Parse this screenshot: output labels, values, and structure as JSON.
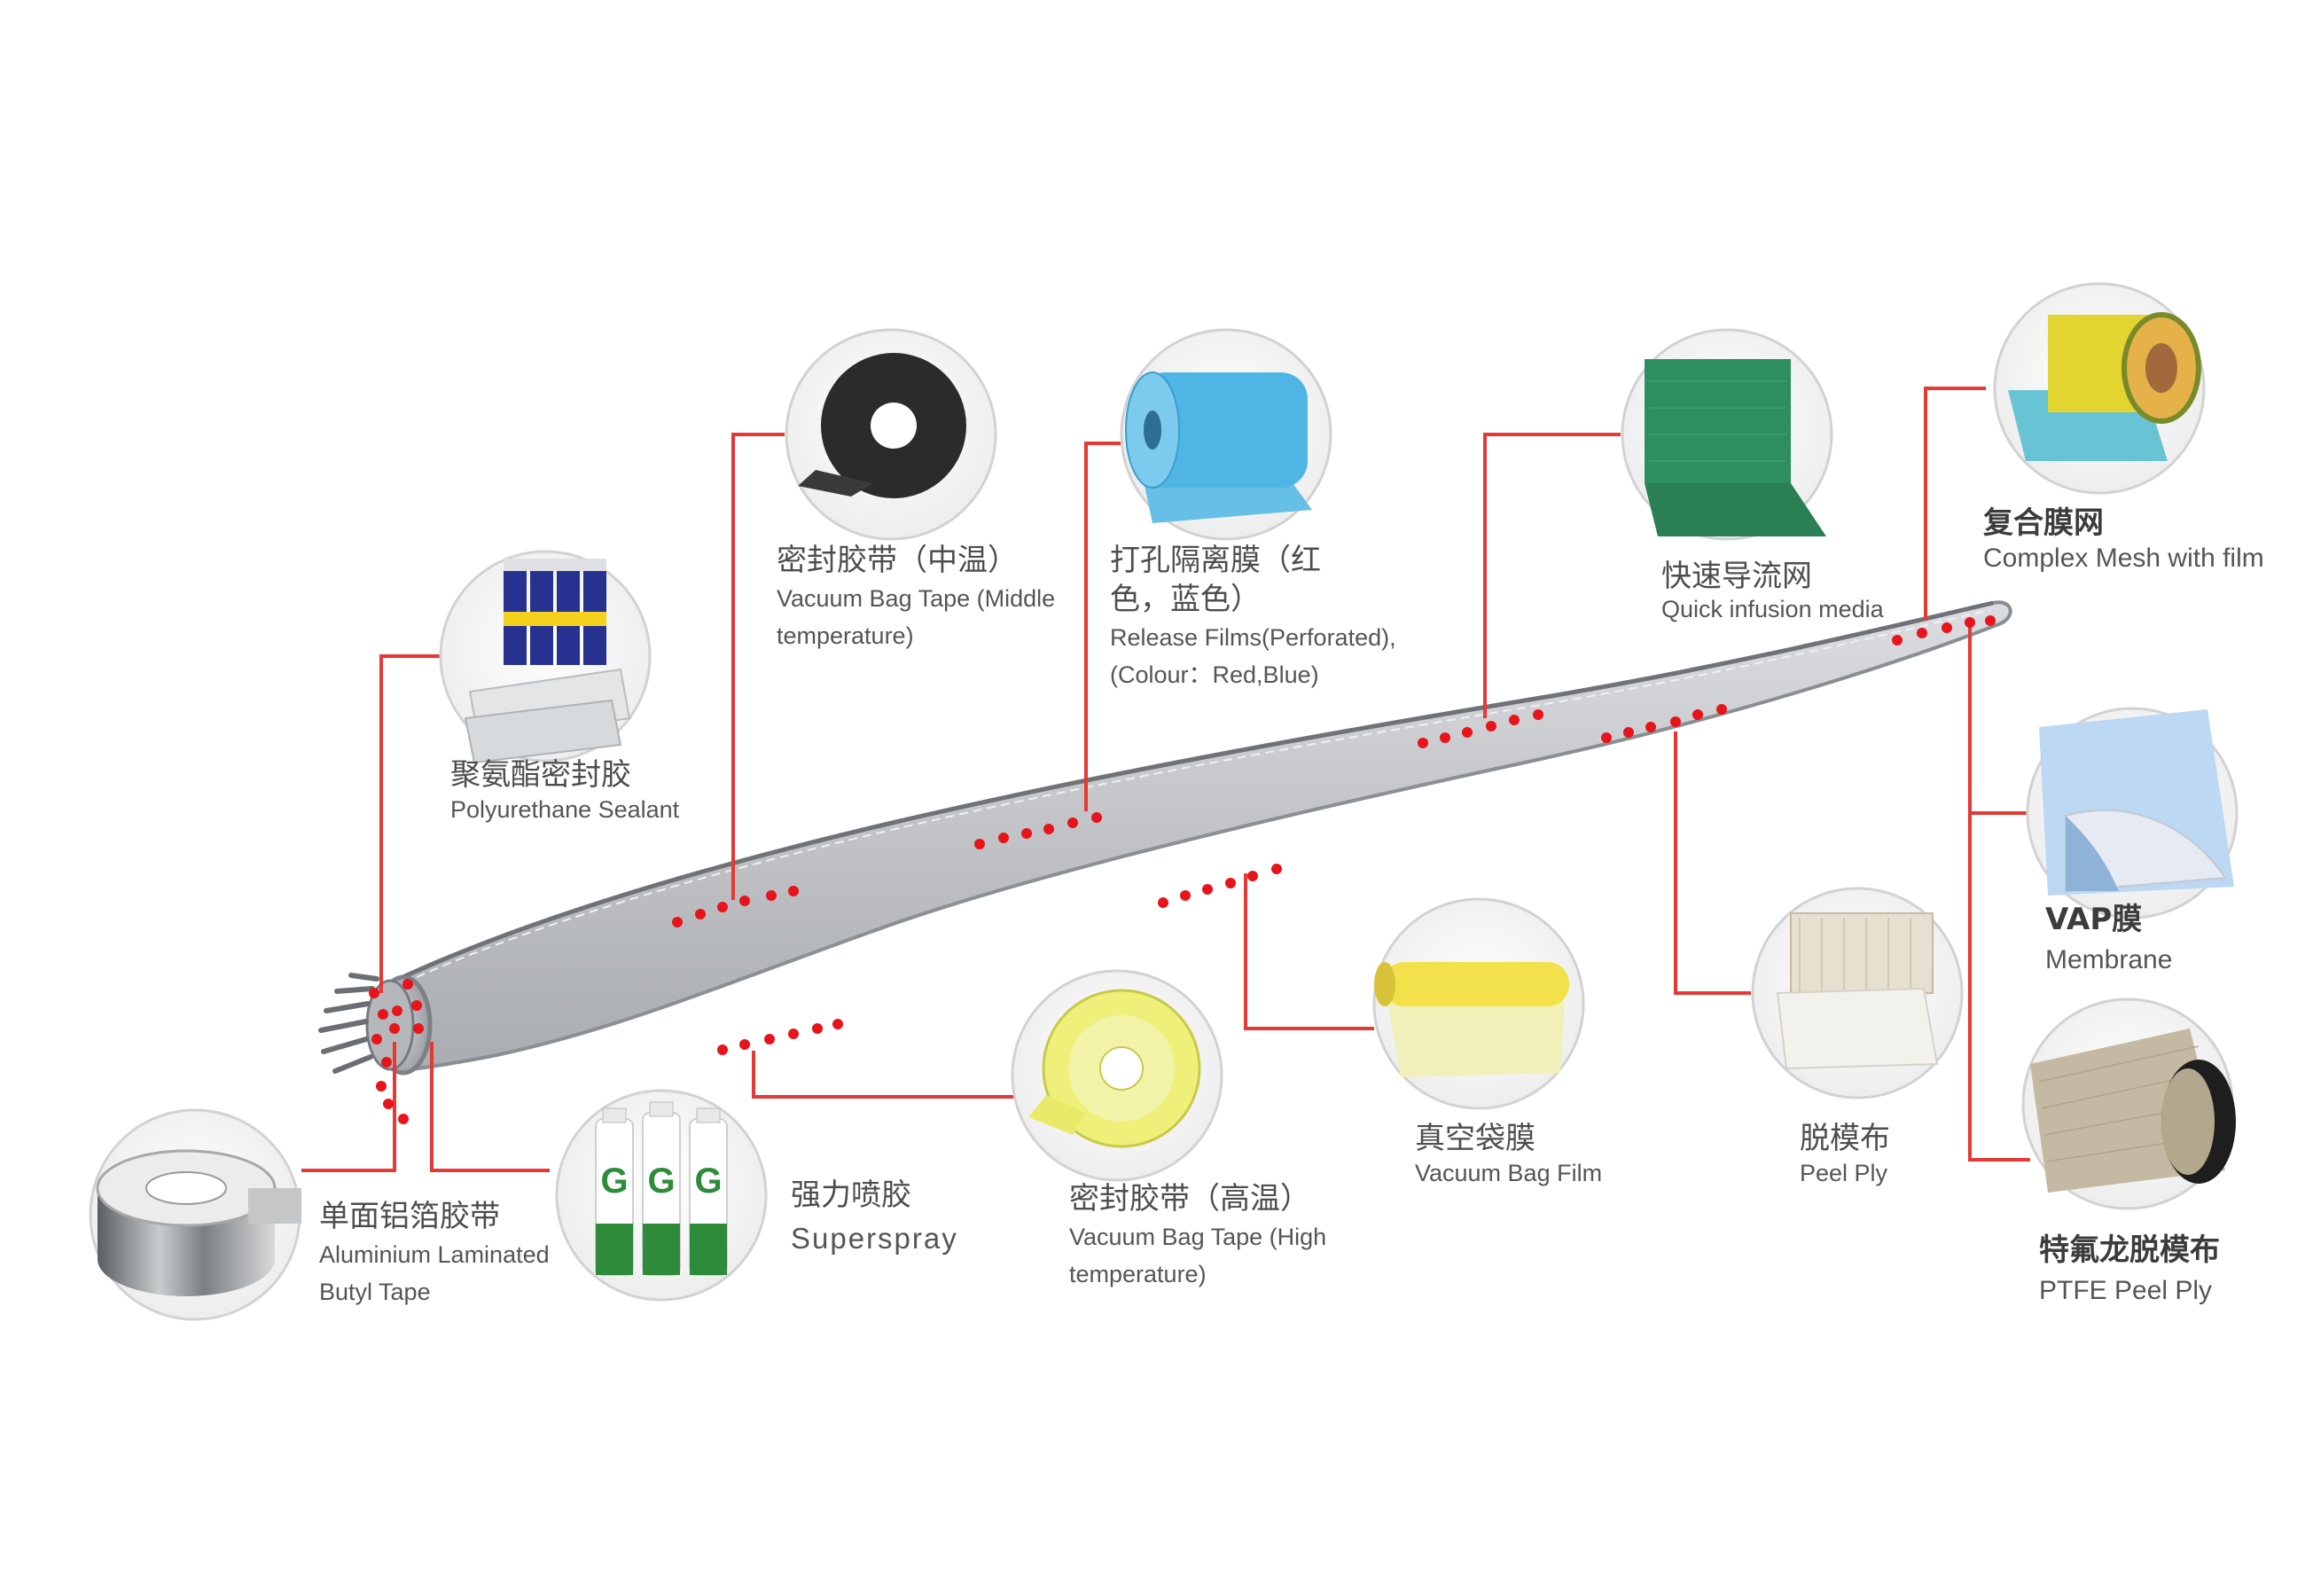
{
  "colors": {
    "leader": "#e53935",
    "dot": "#e8141b",
    "blade_fill": "#c4c6c9",
    "blade_edge": "#8c9096",
    "circle_border": "#cfcfcf"
  },
  "products": [
    {
      "id": "aluminium-tape",
      "cn": "单面铝箔胶带",
      "en": [
        "Aluminium Laminated",
        "Butyl Tape"
      ],
      "icon": "aluminium-tape-roll-icon"
    },
    {
      "id": "superspray",
      "cn": "强力喷胶",
      "en": [
        "Superspray"
      ],
      "icon": "spray-can-icon"
    },
    {
      "id": "pu-sealant",
      "cn": "聚氨酯密封胶",
      "en": [
        "Polyurethane Sealant"
      ],
      "icon": "sealant-tubes-icon"
    },
    {
      "id": "vbt-middle",
      "cn": "密封胶带（中温）",
      "en": [
        "Vacuum Bag Tape (Middle",
        "temperature)"
      ],
      "icon": "black-tape-roll-icon"
    },
    {
      "id": "release-films",
      "cn": [
        "打孔隔离膜（红",
        "色，蓝色）"
      ],
      "en": [
        "Release Films(Perforated),",
        "(Colour：Red,Blue)"
      ],
      "icon": "blue-film-roll-icon"
    },
    {
      "id": "vbt-high",
      "cn": "密封胶带（高温）",
      "en": [
        "Vacuum Bag Tape (High",
        "temperature)"
      ],
      "icon": "yellow-tape-roll-icon"
    },
    {
      "id": "vacuum-bag-film",
      "cn": "真空袋膜",
      "en": [
        "Vacuum Bag Film"
      ],
      "icon": "yellow-film-roll-icon"
    },
    {
      "id": "infusion-media",
      "cn": "快速导流网",
      "en": [
        "Quick infusion media"
      ],
      "icon": "green-mesh-roll-icon"
    },
    {
      "id": "peel-ply",
      "cn": "脱模布",
      "en": [
        "Peel Ply"
      ],
      "icon": "white-fabric-roll-icon"
    },
    {
      "id": "complex-mesh",
      "cn": "复合膜网",
      "en": [
        "Complex Mesh with film"
      ],
      "icon": "yellow-green-mesh-roll-icon"
    },
    {
      "id": "vap-membrane",
      "cn": "VAP膜",
      "en": [
        "Membrane"
      ],
      "icon": "blue-membrane-sheet-icon"
    },
    {
      "id": "ptfe-peel-ply",
      "cn": "特氟龙脱模布",
      "en": [
        "PTFE Peel Ply"
      ],
      "icon": "ptfe-fabric-roll-icon"
    }
  ]
}
